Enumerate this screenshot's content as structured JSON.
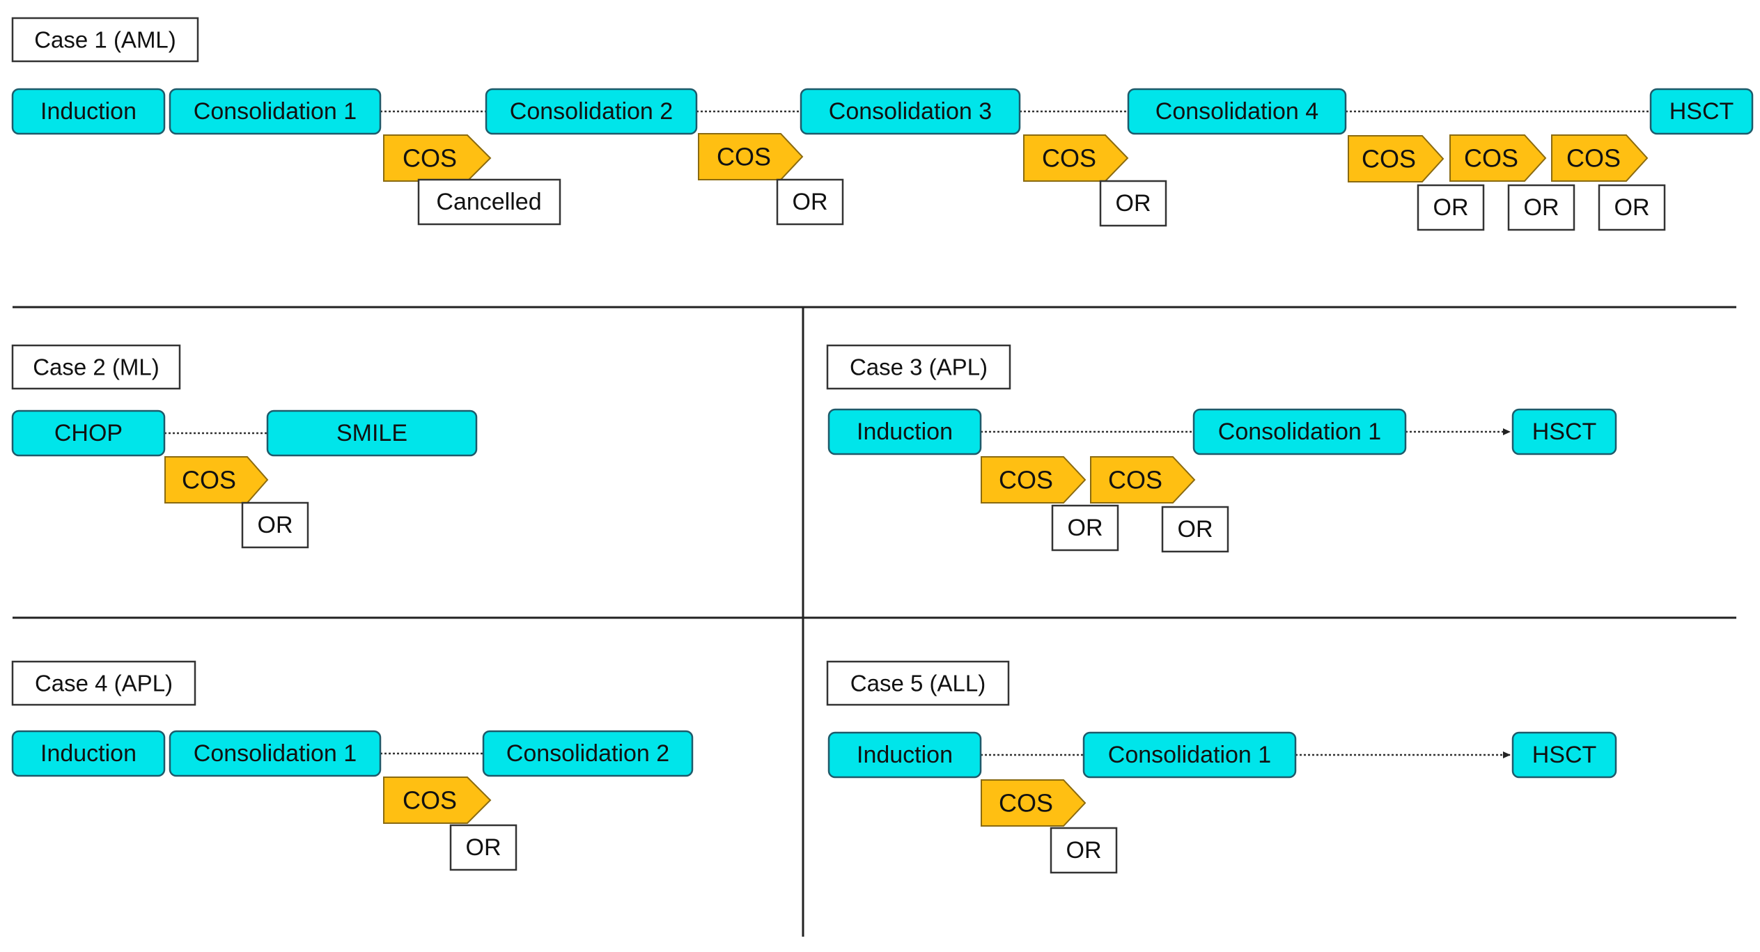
{
  "colors": {
    "treatment": "#00e5ea",
    "cos": "#ffbf12",
    "outcome": "#ffffff",
    "line": "#222222"
  },
  "case1": {
    "title": "Case 1 (AML)",
    "steps": [
      "Induction",
      "Consolidation 1",
      "Consolidation 2",
      "Consolidation 3",
      "Consolidation 4",
      "HSCT"
    ],
    "cos_label": "COS",
    "outcomes": [
      "Cancelled",
      "OR",
      "OR",
      "OR",
      "OR",
      "OR"
    ]
  },
  "case2": {
    "title": "Case 2 (ML)",
    "steps": [
      "CHOP",
      "SMILE"
    ],
    "cos_label": "COS",
    "outcomes": [
      "OR"
    ]
  },
  "case3": {
    "title": "Case 3 (APL)",
    "steps": [
      "Induction",
      "Consolidation 1",
      "HSCT"
    ],
    "cos_label": "COS",
    "outcomes": [
      "OR",
      "OR"
    ]
  },
  "case4": {
    "title": "Case 4 (APL)",
    "steps": [
      "Induction",
      "Consolidation 1",
      "Consolidation 2"
    ],
    "cos_label": "COS",
    "outcomes": [
      "OR"
    ]
  },
  "case5": {
    "title": "Case 5 (ALL)",
    "steps": [
      "Induction",
      "Consolidation 1",
      "HSCT"
    ],
    "cos_label": "COS",
    "outcomes": [
      "OR"
    ]
  }
}
